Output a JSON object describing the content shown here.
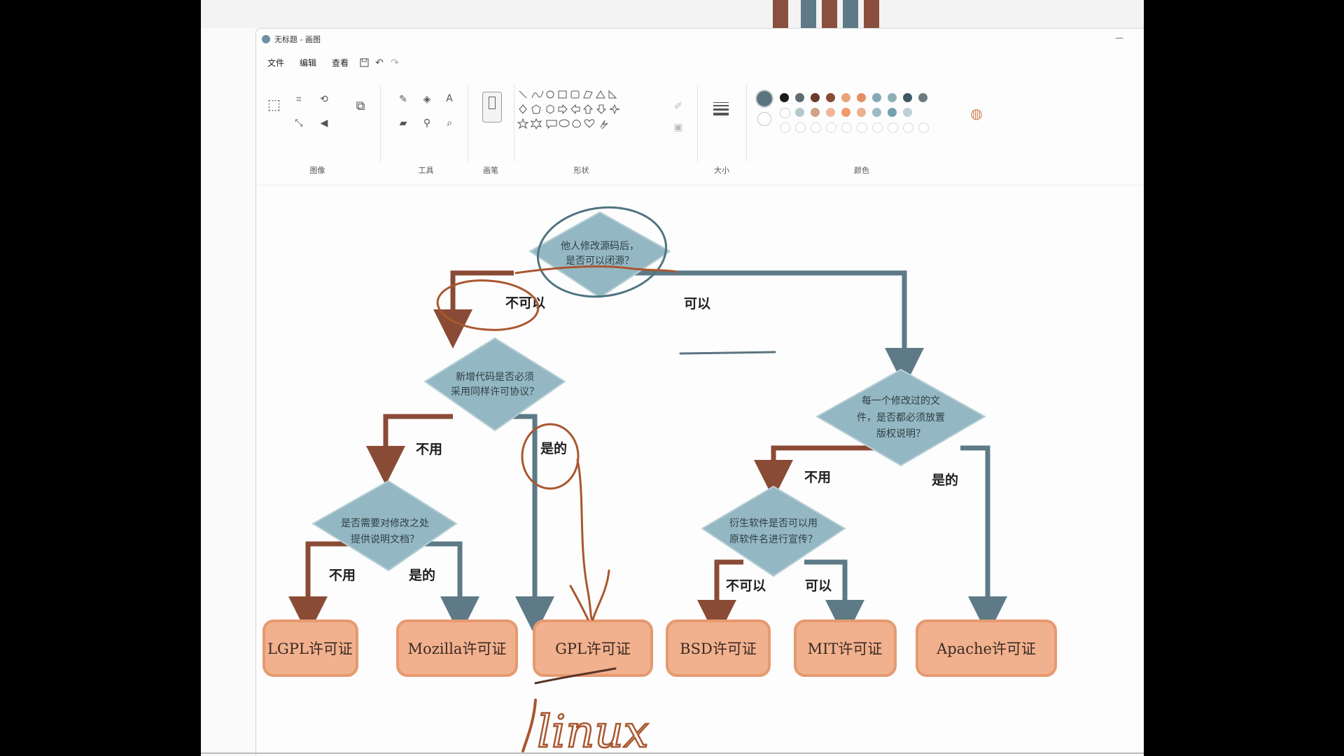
{
  "window": {
    "title": "无标题 - 画图",
    "minimize_glyph": "—"
  },
  "menu": {
    "file": "文件",
    "edit": "编辑",
    "view": "查看"
  },
  "quick_access": {
    "save_icon": "save-icon",
    "undo_icon": "undo-icon",
    "redo_icon": "redo-icon"
  },
  "ribbon": {
    "groups": {
      "image": "图像",
      "tools": "工具",
      "brushes": "画笔",
      "shapes": "形状",
      "size": "大小",
      "colors": "颜色"
    },
    "text_tool_glyph": "A"
  },
  "palette": {
    "row1": [
      "#1a1a1a",
      "#5f6b72",
      "#6b3a2a",
      "#8a4b36",
      "#e9a37b",
      "#e58f66",
      "#86a9b4",
      "#8fb0b9",
      "#3d5965",
      "#6d7b80"
    ],
    "row2": [
      "#ffffff",
      "#b5c8ce",
      "#d2a285",
      "#f0b699",
      "#f09a6c",
      "#e9b290",
      "#9cbcc4",
      "#76a2ae",
      "#bcd0d5"
    ],
    "primary": "#5c7480",
    "secondary": "#ffffff"
  },
  "flowchart": {
    "root": {
      "line1": "他人修改源码后，",
      "line2": "是否可以闭源？"
    },
    "left_q": {
      "line1": "新增代码是否必须",
      "line2": "采用同样许可协议？"
    },
    "right_q": {
      "line1": "每一个修改过的文",
      "line2": "件，是否都必须放置",
      "line3": "版权说明？"
    },
    "ll_q": {
      "line1": "是否需要对修改之处",
      "line2": "提供说明文档？"
    },
    "rl_q": {
      "line1": "衍生软件是否可以用",
      "line2": "原软件名进行宣传？"
    },
    "edge_labels": {
      "root_no": "不可以",
      "root_yes": "可以",
      "left_no": "不用",
      "left_yes": "是的",
      "right_no": "不用",
      "right_yes": "是的",
      "ll_no": "不用",
      "ll_yes": "是的",
      "rl_no": "不可以",
      "rl_yes": "可以"
    },
    "licenses": [
      "LGPL许可证",
      "Mozilla许可证",
      "GPL许可证",
      "BSD许可证",
      "MIT许可证",
      "Apache许可证"
    ],
    "colors": {
      "orange": "#8a4b36",
      "teal": "#5d7a86",
      "diamond": "#94b8c3",
      "box_fill": "#f1b08e",
      "box_border": "#e69a70",
      "ink": "#b05a2f"
    }
  },
  "annotation": {
    "handwriting": "linux"
  }
}
